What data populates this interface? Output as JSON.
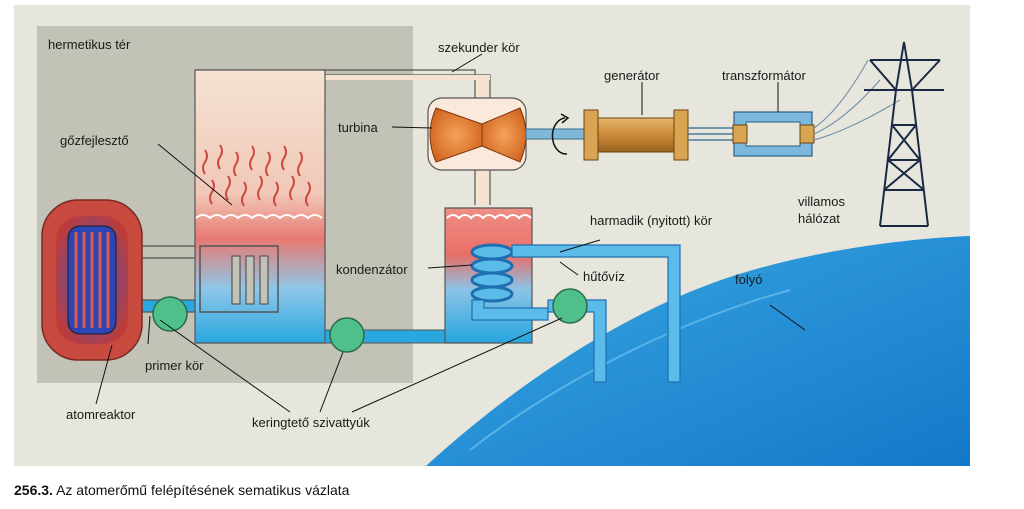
{
  "labels": {
    "hermetic": "hermetikus tér",
    "secondary_loop": "szekunder kör",
    "generator": "generátor",
    "transformer": "transzformátor",
    "steam_generator": "gőzfejlesztő",
    "turbine": "turbina",
    "grid_line1": "villamos",
    "grid_line2": "hálózat",
    "tertiary_loop": "harmadik (nyitott) kör",
    "condenser": "kondenzátor",
    "cooling_water": "hűtővíz",
    "river": "folyó",
    "primary_loop": "primer kör",
    "reactor": "atomreaktor",
    "pumps": "keringtető szivattyúk"
  },
  "caption": {
    "number": "256.3.",
    "text": "Az atomerőmű felépítésének sematikus vázlata"
  },
  "icons": [
    "reactor-icon",
    "steam-generator-icon",
    "turbine-icon",
    "generator-icon",
    "transformer-icon",
    "pylon-icon",
    "condenser-coil-icon",
    "pump-icon",
    "rotation-arrow-icon",
    "river-icon"
  ],
  "colors": {
    "background": "#e6e6dc",
    "hermetic_zone": "#c2c2b6",
    "water": "#2f9fd8",
    "steam_red": "#e06a5e",
    "reactor_red": "#c94a3e",
    "turbine": "#e07a2a",
    "generator": "#c98a38",
    "pump": "#4fc08a",
    "pipe_outline": "#555555"
  }
}
